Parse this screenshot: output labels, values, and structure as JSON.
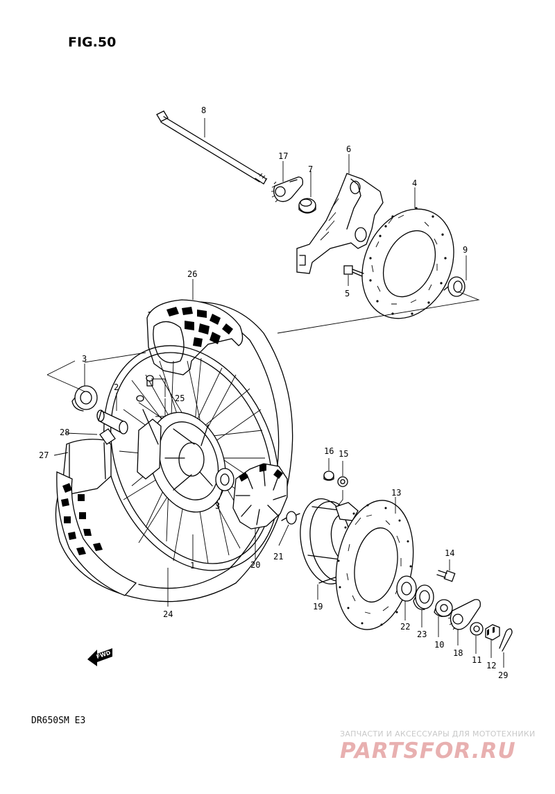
{
  "figure_title": "FIG.50",
  "model_code": "DR650SM  E3",
  "direction_marker": "FWD",
  "watermark": {
    "tagline": "ЗАПЧАСТИ И АКСЕССУАРЫ ДЛЯ МОТОТЕХНИКИ",
    "brand": "PARTSFOR.RU"
  },
  "part_callouts": [
    "8",
    "17",
    "7",
    "6",
    "4",
    "9",
    "5",
    "26",
    "3",
    "2",
    "25",
    "28",
    "27",
    "3",
    "16",
    "15",
    "13",
    "14",
    "21",
    "20",
    "19",
    "22",
    "23",
    "10",
    "18",
    "11",
    "12",
    "29",
    "1",
    "24"
  ]
}
